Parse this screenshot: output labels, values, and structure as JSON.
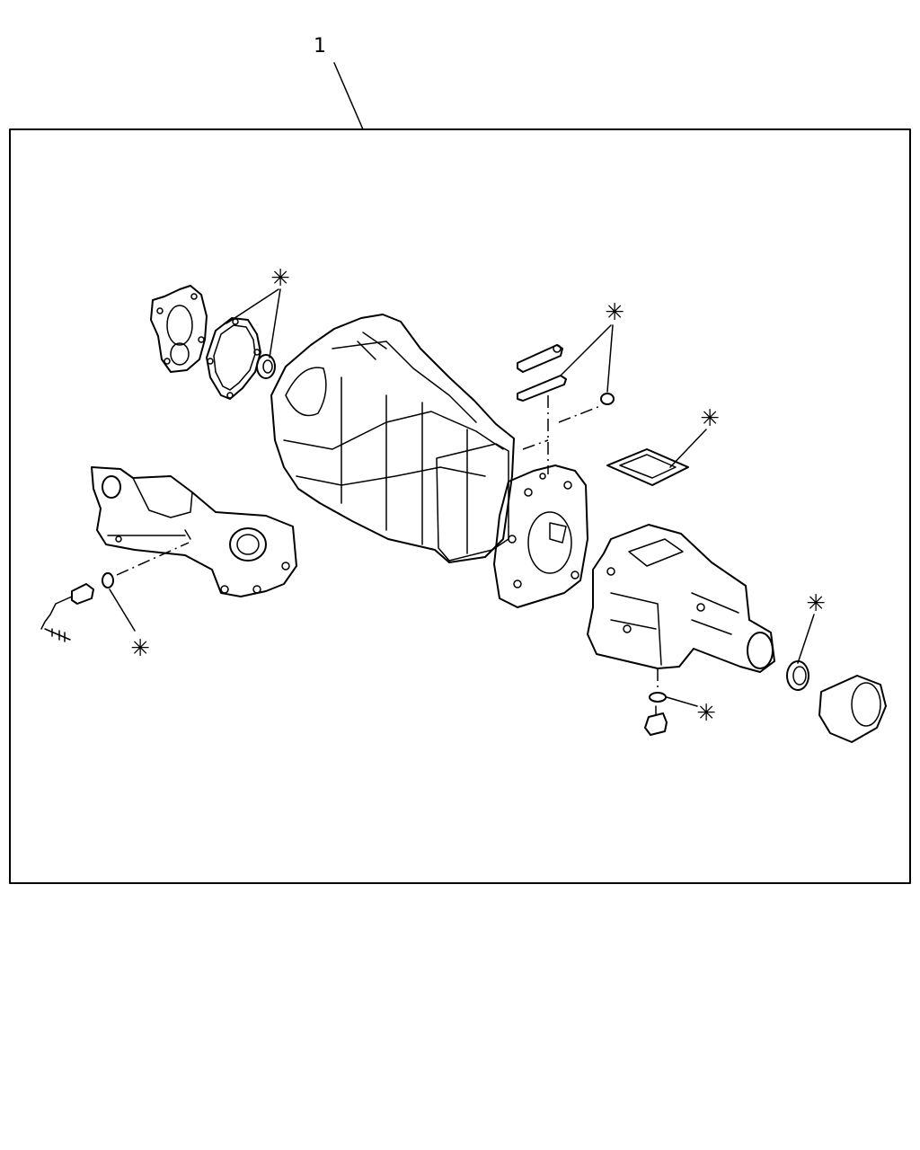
{
  "diagram": {
    "callout_number": "1",
    "kit_marker": "✳",
    "parts": [
      {
        "name": "front-bearing-retainer"
      },
      {
        "name": "retainer-gasket"
      },
      {
        "name": "front-oil-seal"
      },
      {
        "name": "transmission-case"
      },
      {
        "name": "shift-rail-plug"
      },
      {
        "name": "plug-gasket"
      },
      {
        "name": "o-ring"
      },
      {
        "name": "intermediate-plate"
      },
      {
        "name": "control-cover-gasket"
      },
      {
        "name": "shift-lever-housing"
      },
      {
        "name": "switch-washer"
      },
      {
        "name": "back-up-light-switch"
      },
      {
        "name": "extension-housing"
      },
      {
        "name": "rear-oil-seal"
      },
      {
        "name": "dust-cover"
      },
      {
        "name": "drain-plug-gasket"
      },
      {
        "name": "drain-plug"
      }
    ]
  }
}
